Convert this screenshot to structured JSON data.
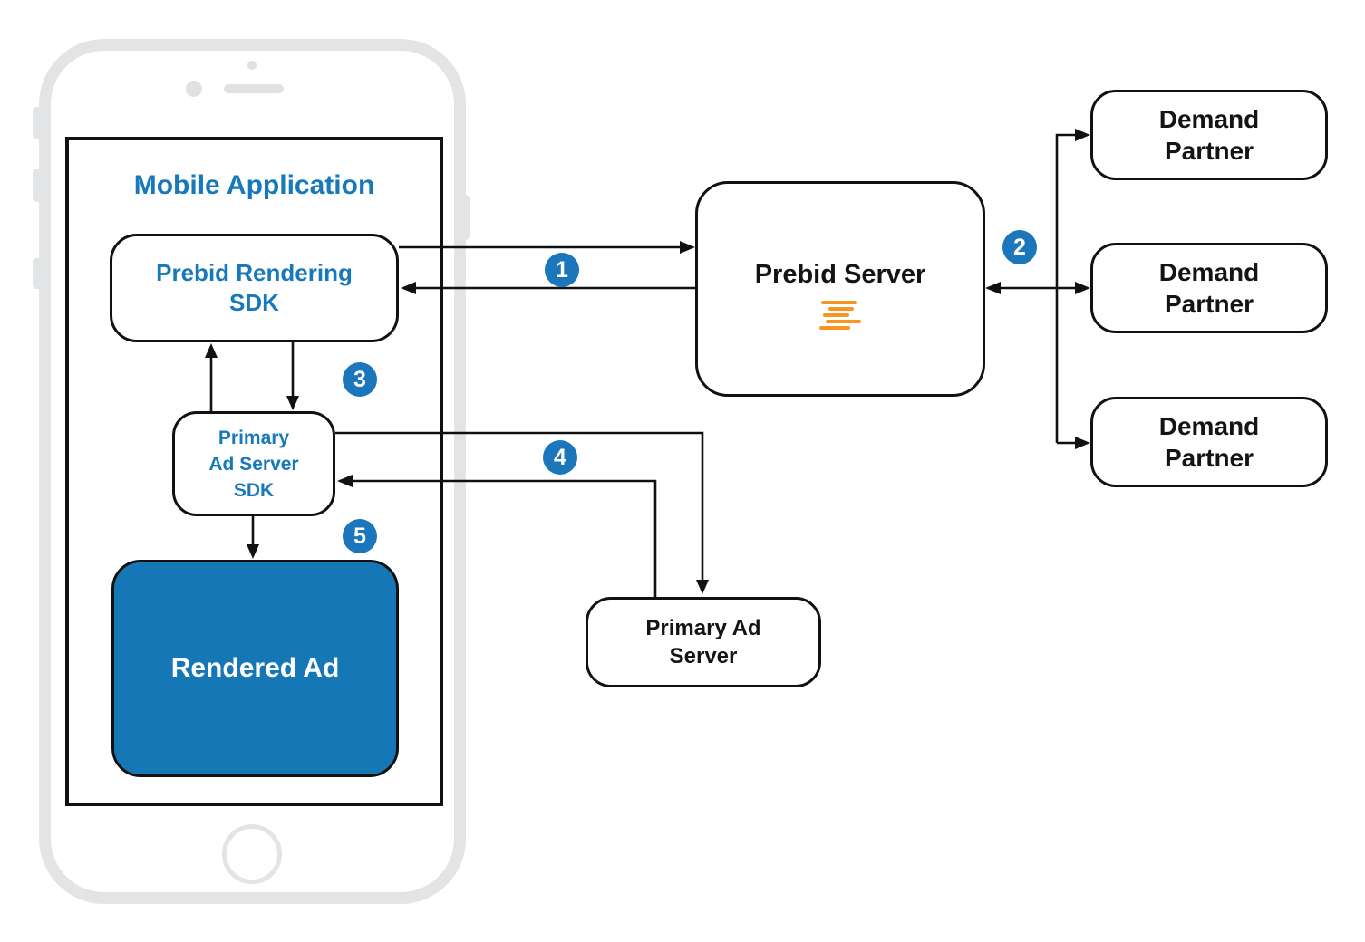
{
  "colors": {
    "accent_blue": "#1779ba",
    "circle_blue": "#1b76bc",
    "rendered_ad_fill": "#1677b7",
    "logo_orange": "#f89420",
    "line_black": "#111111",
    "phone_gray": "#e3e4e6"
  },
  "diagram": {
    "mobile_app": {
      "title": "Mobile Application"
    },
    "prebid_rendering_sdk": {
      "label": "Prebid Rendering\nSDK"
    },
    "primary_ad_server_sdk": {
      "label": "Primary\nAd Server\nSDK"
    },
    "rendered_ad": {
      "label": "Rendered Ad"
    },
    "prebid_server": {
      "label": "Prebid Server",
      "logo_icon": "prebid-logo"
    },
    "demand_partners": [
      {
        "label": "Demand\nPartner"
      },
      {
        "label": "Demand\nPartner"
      },
      {
        "label": "Demand\nPartner"
      }
    ],
    "primary_ad_server": {
      "label": "Primary Ad\nServer"
    },
    "steps": [
      {
        "number": "1"
      },
      {
        "number": "2"
      },
      {
        "number": "3"
      },
      {
        "number": "4"
      },
      {
        "number": "5"
      }
    ]
  }
}
